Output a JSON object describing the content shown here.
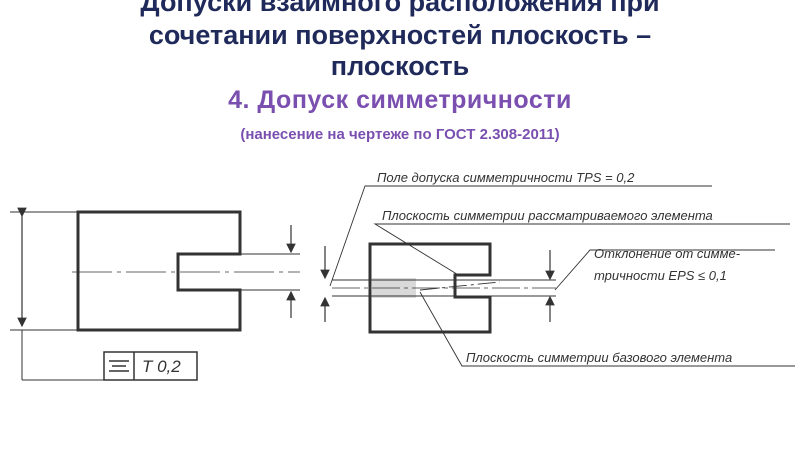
{
  "slide": {
    "title_line1": "Допуски взаимного расположения при",
    "title_line2": "сочетании поверхностей плоскость –",
    "title_line3": "плоскость",
    "subtitle": "4. Допуск симметричности",
    "note": "(нанесение на чертеже по ГОСТ 2.308-2011)"
  },
  "drawing": {
    "tolerance_frame_value": "T 0,2",
    "callout_tolerance_field": "Поле допуска симметричности TPS = 0,2",
    "callout_element_plane": "Плоскость симметрии рассматриваемого элемента",
    "callout_deviation_line1": "Отклонение от симме-",
    "callout_deviation_line2": "тричности EPS ≤ 0,1",
    "callout_base_plane": "Плоскость симметрии базового элемента",
    "symmetry_symbol": "symmetry-icon"
  }
}
